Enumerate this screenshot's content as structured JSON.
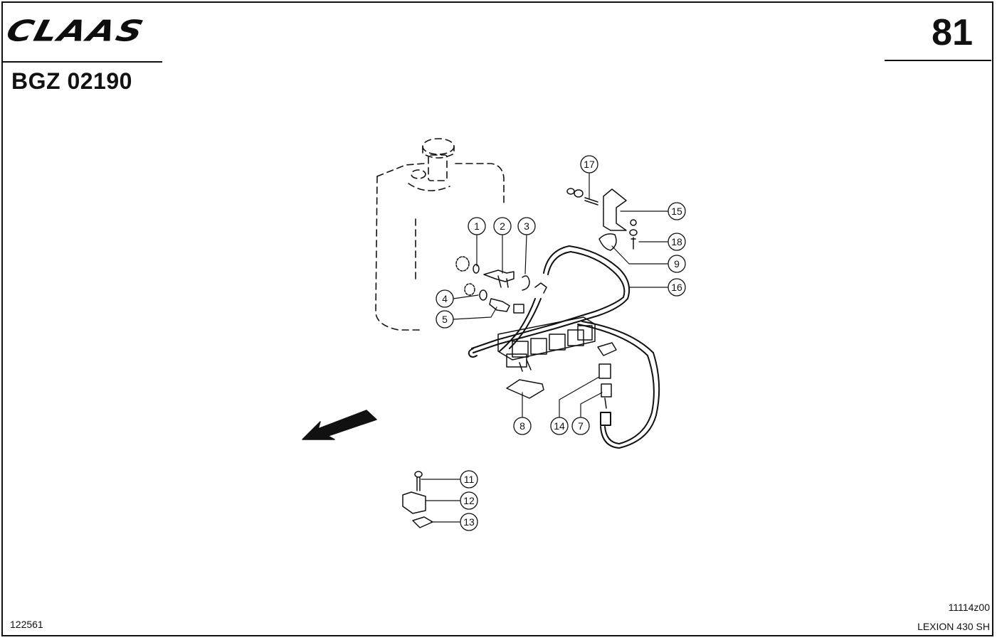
{
  "header": {
    "brand": "CLAAS",
    "group_code": "BGZ 02190",
    "page_number": "81"
  },
  "footer": {
    "sheet_id": "122561",
    "drawing_ref": "11114z00",
    "model": "LEXION 430 SH"
  },
  "callouts": [
    {
      "id": "c1",
      "label": "1"
    },
    {
      "id": "c2",
      "label": "2"
    },
    {
      "id": "c3",
      "label": "3"
    },
    {
      "id": "c4",
      "label": "4"
    },
    {
      "id": "c5",
      "label": "5"
    },
    {
      "id": "c7",
      "label": "7"
    },
    {
      "id": "c8",
      "label": "8"
    },
    {
      "id": "c9",
      "label": "9"
    },
    {
      "id": "c11",
      "label": "11"
    },
    {
      "id": "c12",
      "label": "12"
    },
    {
      "id": "c13",
      "label": "13"
    },
    {
      "id": "c14",
      "label": "14"
    },
    {
      "id": "c15",
      "label": "15"
    },
    {
      "id": "c16",
      "label": "16"
    },
    {
      "id": "c17",
      "label": "17"
    },
    {
      "id": "c18",
      "label": "18"
    }
  ],
  "colors": {
    "ink": "#111111",
    "paper": "#ffffff"
  }
}
